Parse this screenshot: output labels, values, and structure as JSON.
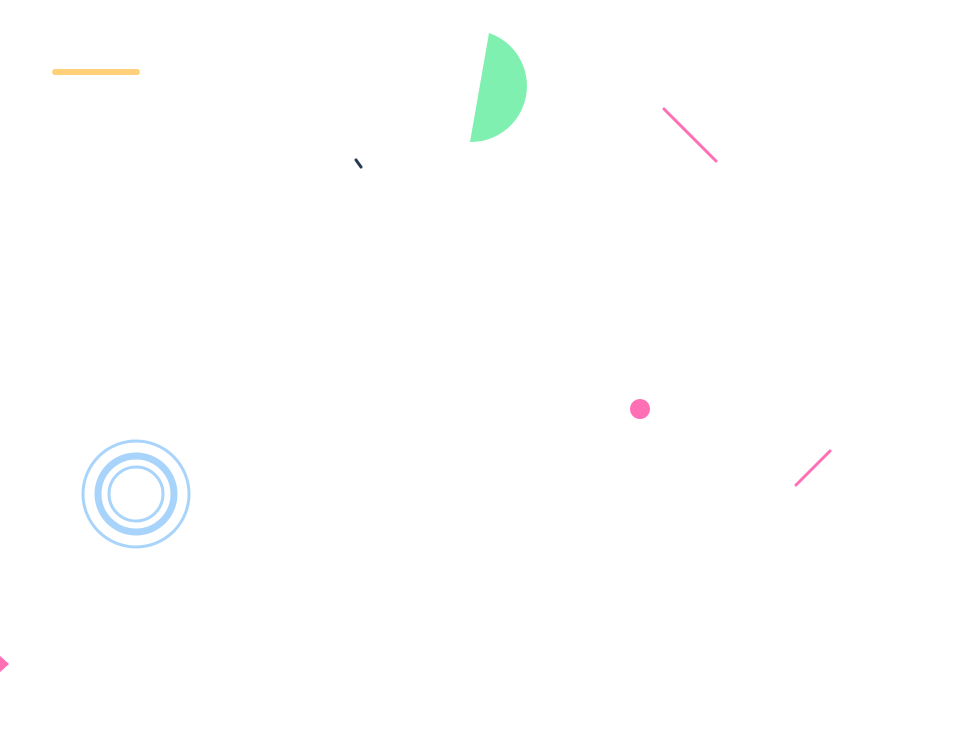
{
  "page": {
    "background": "#ffffff"
  },
  "colors": {
    "yellow": "#ffcf7a",
    "mint": "#7ff0b0",
    "pink": "#ff6fb5",
    "navy": "#243b53",
    "light_blue": "#a8d4fb"
  },
  "shapes": [
    {
      "name": "yellow-dash",
      "kind": "line",
      "color": "yellow"
    },
    {
      "name": "green-half-circle",
      "kind": "semicircle",
      "color": "mint"
    },
    {
      "name": "pink-diagonal-line-top",
      "kind": "line",
      "color": "pink"
    },
    {
      "name": "navy-tick",
      "kind": "line",
      "color": "navy"
    },
    {
      "name": "pink-dot",
      "kind": "circle",
      "color": "pink"
    },
    {
      "name": "pink-diagonal-line-right",
      "kind": "line",
      "color": "pink"
    },
    {
      "name": "blue-concentric-rings",
      "kind": "rings",
      "color": "light_blue"
    },
    {
      "name": "pink-diamond-edge",
      "kind": "diamond",
      "color": "pink"
    }
  ]
}
